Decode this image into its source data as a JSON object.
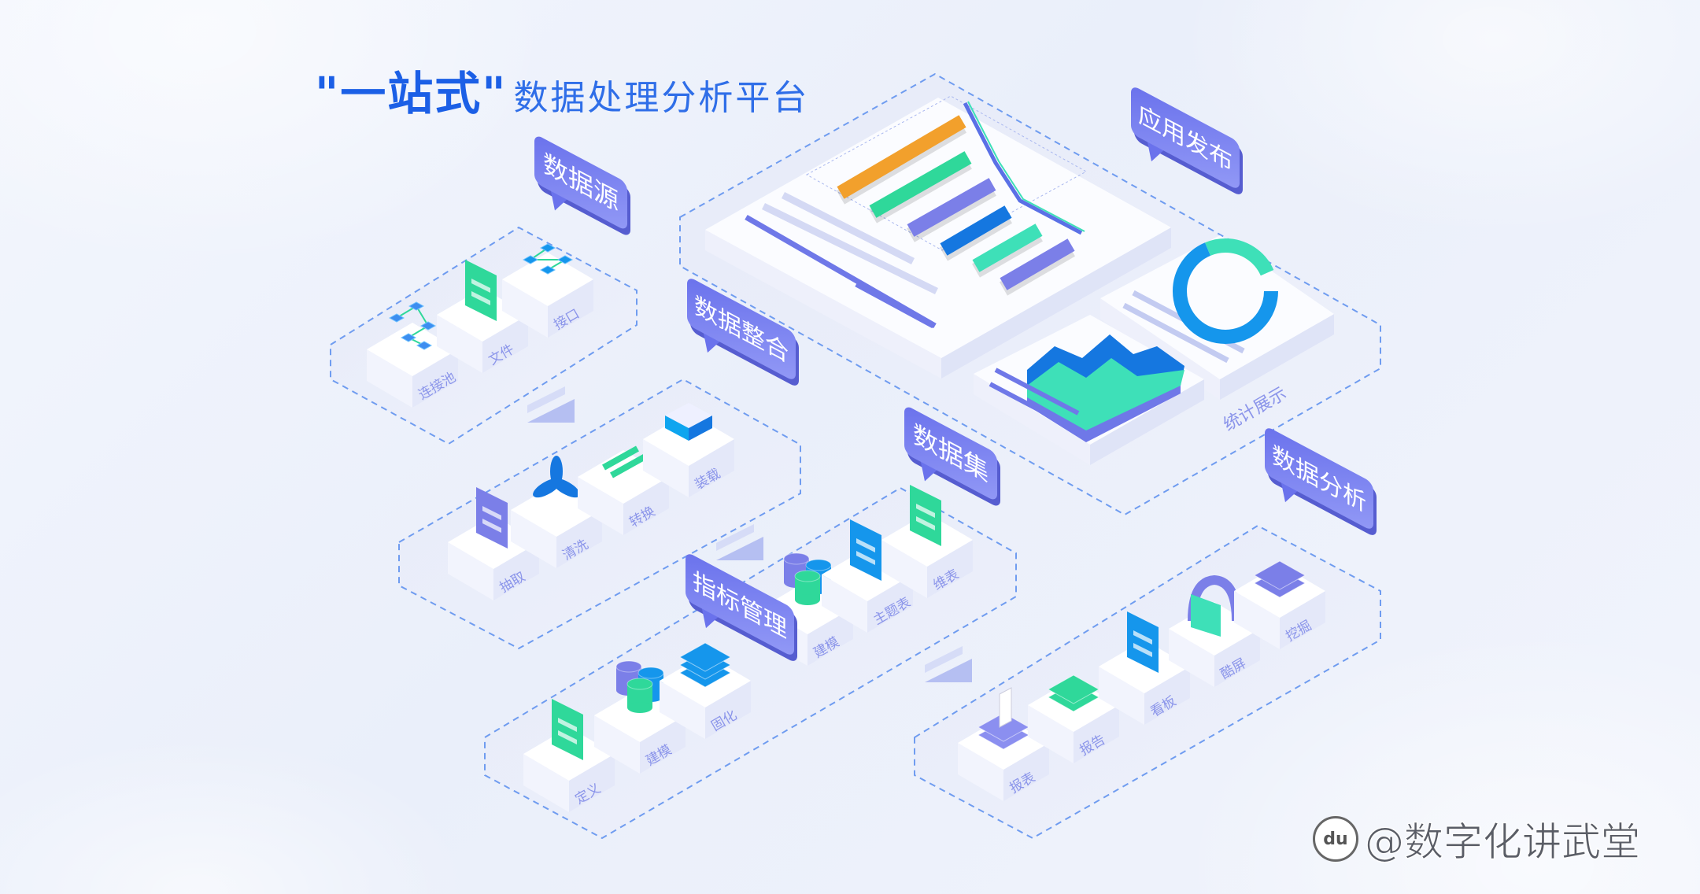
{
  "title": {
    "highlight": "\"一站式\"",
    "rest": "数据处理分析平台"
  },
  "colors": {
    "accent": "#1b5fe6",
    "bubble": "#7078ee",
    "dash": "#6f9cf0",
    "label": "#8b95ea",
    "green": "#2fd89a",
    "blue": "#1596ec",
    "purple": "#7b7fe8",
    "orange": "#f2a02c"
  },
  "sections": {
    "data_source": {
      "title": "数据源",
      "items": [
        {
          "label": "连接池",
          "icon": "network-icon",
          "color": "#3d8ef0"
        },
        {
          "label": "文件",
          "icon": "txt-file-icon",
          "color": "#2fd89a"
        },
        {
          "label": "接口",
          "icon": "api-cubes-icon",
          "color": "#1596ec"
        }
      ]
    },
    "data_integration": {
      "title": "数据整合",
      "items": [
        {
          "label": "抽取",
          "icon": "folder-icon",
          "color": "#7b7fe8"
        },
        {
          "label": "清洗",
          "icon": "fan-icon",
          "color": "#1577e0"
        },
        {
          "label": "转换",
          "icon": "swap-arrows-icon",
          "color": "#2fd89a"
        },
        {
          "label": "装载",
          "icon": "box-icon",
          "color": "#1596ec"
        }
      ]
    },
    "dataset": {
      "title": "数据集",
      "items": [
        {
          "label": "建模",
          "icon": "database-icon",
          "color": "#7b7fe8"
        },
        {
          "label": "主题表",
          "icon": "dashboard-panel-icon",
          "color": "#1596ec"
        },
        {
          "label": "维表",
          "icon": "table-icon",
          "color": "#2fd89a"
        }
      ]
    },
    "metrics": {
      "title": "指标管理",
      "items": [
        {
          "label": "定义",
          "icon": "form-icon",
          "color": "#2fd89a"
        },
        {
          "label": "建模",
          "icon": "database-icon",
          "color": "#7b7fe8"
        },
        {
          "label": "固化",
          "icon": "layers-icon",
          "color": "#1596ec"
        }
      ]
    },
    "analysis": {
      "title": "数据分析",
      "items": [
        {
          "label": "报表",
          "icon": "report-sheet-icon",
          "color": "#8b8ff0"
        },
        {
          "label": "报告",
          "icon": "document-stack-icon",
          "color": "#2fd89a"
        },
        {
          "label": "看板",
          "icon": "board-icon",
          "color": "#1596ec"
        },
        {
          "label": "酷屏",
          "icon": "curved-screen-icon",
          "color": "#3ee0b8"
        },
        {
          "label": "挖掘",
          "icon": "mining-icon",
          "color": "#7b7fe8"
        }
      ]
    },
    "app_publish": {
      "title": "应用发布",
      "stat_label": "统计展示"
    }
  },
  "watermark": {
    "text": "@数字化讲武堂",
    "logo": "du"
  }
}
